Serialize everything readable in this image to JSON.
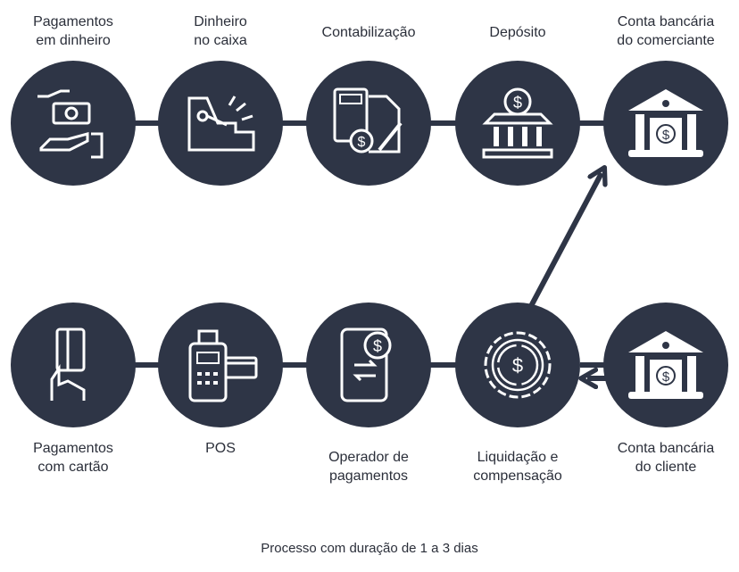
{
  "colors": {
    "node": "#2e3546",
    "icon": "#ffffff"
  },
  "top_row": [
    {
      "line1": "Pagamentos",
      "line2": "em dinheiro",
      "icon": "cash-hand-icon"
    },
    {
      "line1": "Dinheiro",
      "line2": "no caixa",
      "icon": "cash-register-icon"
    },
    {
      "line1": "Contabilização",
      "line2": "",
      "icon": "accounting-icon"
    },
    {
      "line1": "Depósito",
      "line2": "",
      "icon": "bank-deposit-icon"
    },
    {
      "line1": "Conta bancária",
      "line2": "do comerciante",
      "icon": "merchant-bank-icon"
    }
  ],
  "bottom_row": [
    {
      "line1": "Pagamentos",
      "line2": "com cartão",
      "icon": "card-hand-icon"
    },
    {
      "line1": "POS",
      "line2": "",
      "icon": "pos-terminal-icon"
    },
    {
      "line1": "Operador de",
      "line2": "pagamentos",
      "icon": "mobile-payment-icon"
    },
    {
      "line1": "Liquidação e",
      "line2": "compensação",
      "icon": "settlement-gear-icon"
    },
    {
      "line1": "Conta bancária",
      "line2": "do cliente",
      "icon": "customer-bank-icon"
    }
  ],
  "caption": "Processo com duração de 1 a 3 dias"
}
